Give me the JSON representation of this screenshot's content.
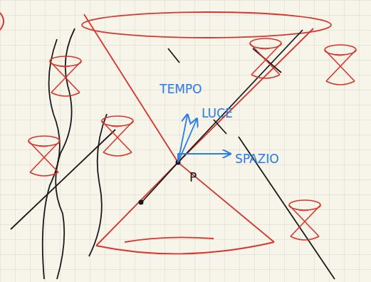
{
  "diagram": {
    "labels": [
      "TEMPO",
      "LUCE",
      "SPAZIO",
      "P"
    ]
  }
}
